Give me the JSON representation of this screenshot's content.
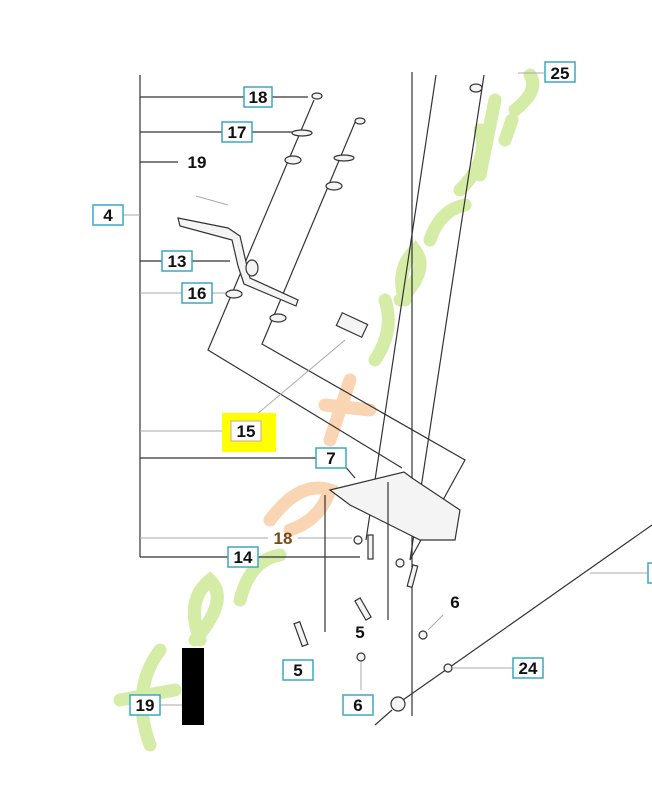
{
  "diagram": {
    "callouts": [
      {
        "id": "c18a",
        "label": "18",
        "boxed": true
      },
      {
        "id": "c17",
        "label": "17",
        "boxed": true
      },
      {
        "id": "c19a",
        "label": "19",
        "boxed": false
      },
      {
        "id": "c4",
        "label": "4",
        "boxed": true
      },
      {
        "id": "c13",
        "label": "13",
        "boxed": true
      },
      {
        "id": "c16",
        "label": "16",
        "boxed": true
      },
      {
        "id": "c15",
        "label": "15",
        "boxed": true,
        "highlighted": true
      },
      {
        "id": "c7",
        "label": "7",
        "boxed": true
      },
      {
        "id": "c18b",
        "label": "18",
        "boxed": false
      },
      {
        "id": "c14",
        "label": "14",
        "boxed": true
      },
      {
        "id": "c5a",
        "label": "5",
        "boxed": true
      },
      {
        "id": "c5b",
        "label": "5",
        "boxed": false
      },
      {
        "id": "c6a",
        "label": "6",
        "boxed": false
      },
      {
        "id": "c6b",
        "label": "6",
        "boxed": true
      },
      {
        "id": "c24",
        "label": "24",
        "boxed": true
      },
      {
        "id": "c19b",
        "label": "19",
        "boxed": true
      },
      {
        "id": "c25",
        "label": "25",
        "boxed": true
      }
    ],
    "colors": {
      "callout_border": "#3aa9c2",
      "highlight": "#ffff00",
      "watermark_green": "#c8e68a",
      "watermark_orange": "#f7c89a",
      "line": "#333333"
    }
  },
  "watermark": {
    "text": "Foretjardin.com"
  }
}
